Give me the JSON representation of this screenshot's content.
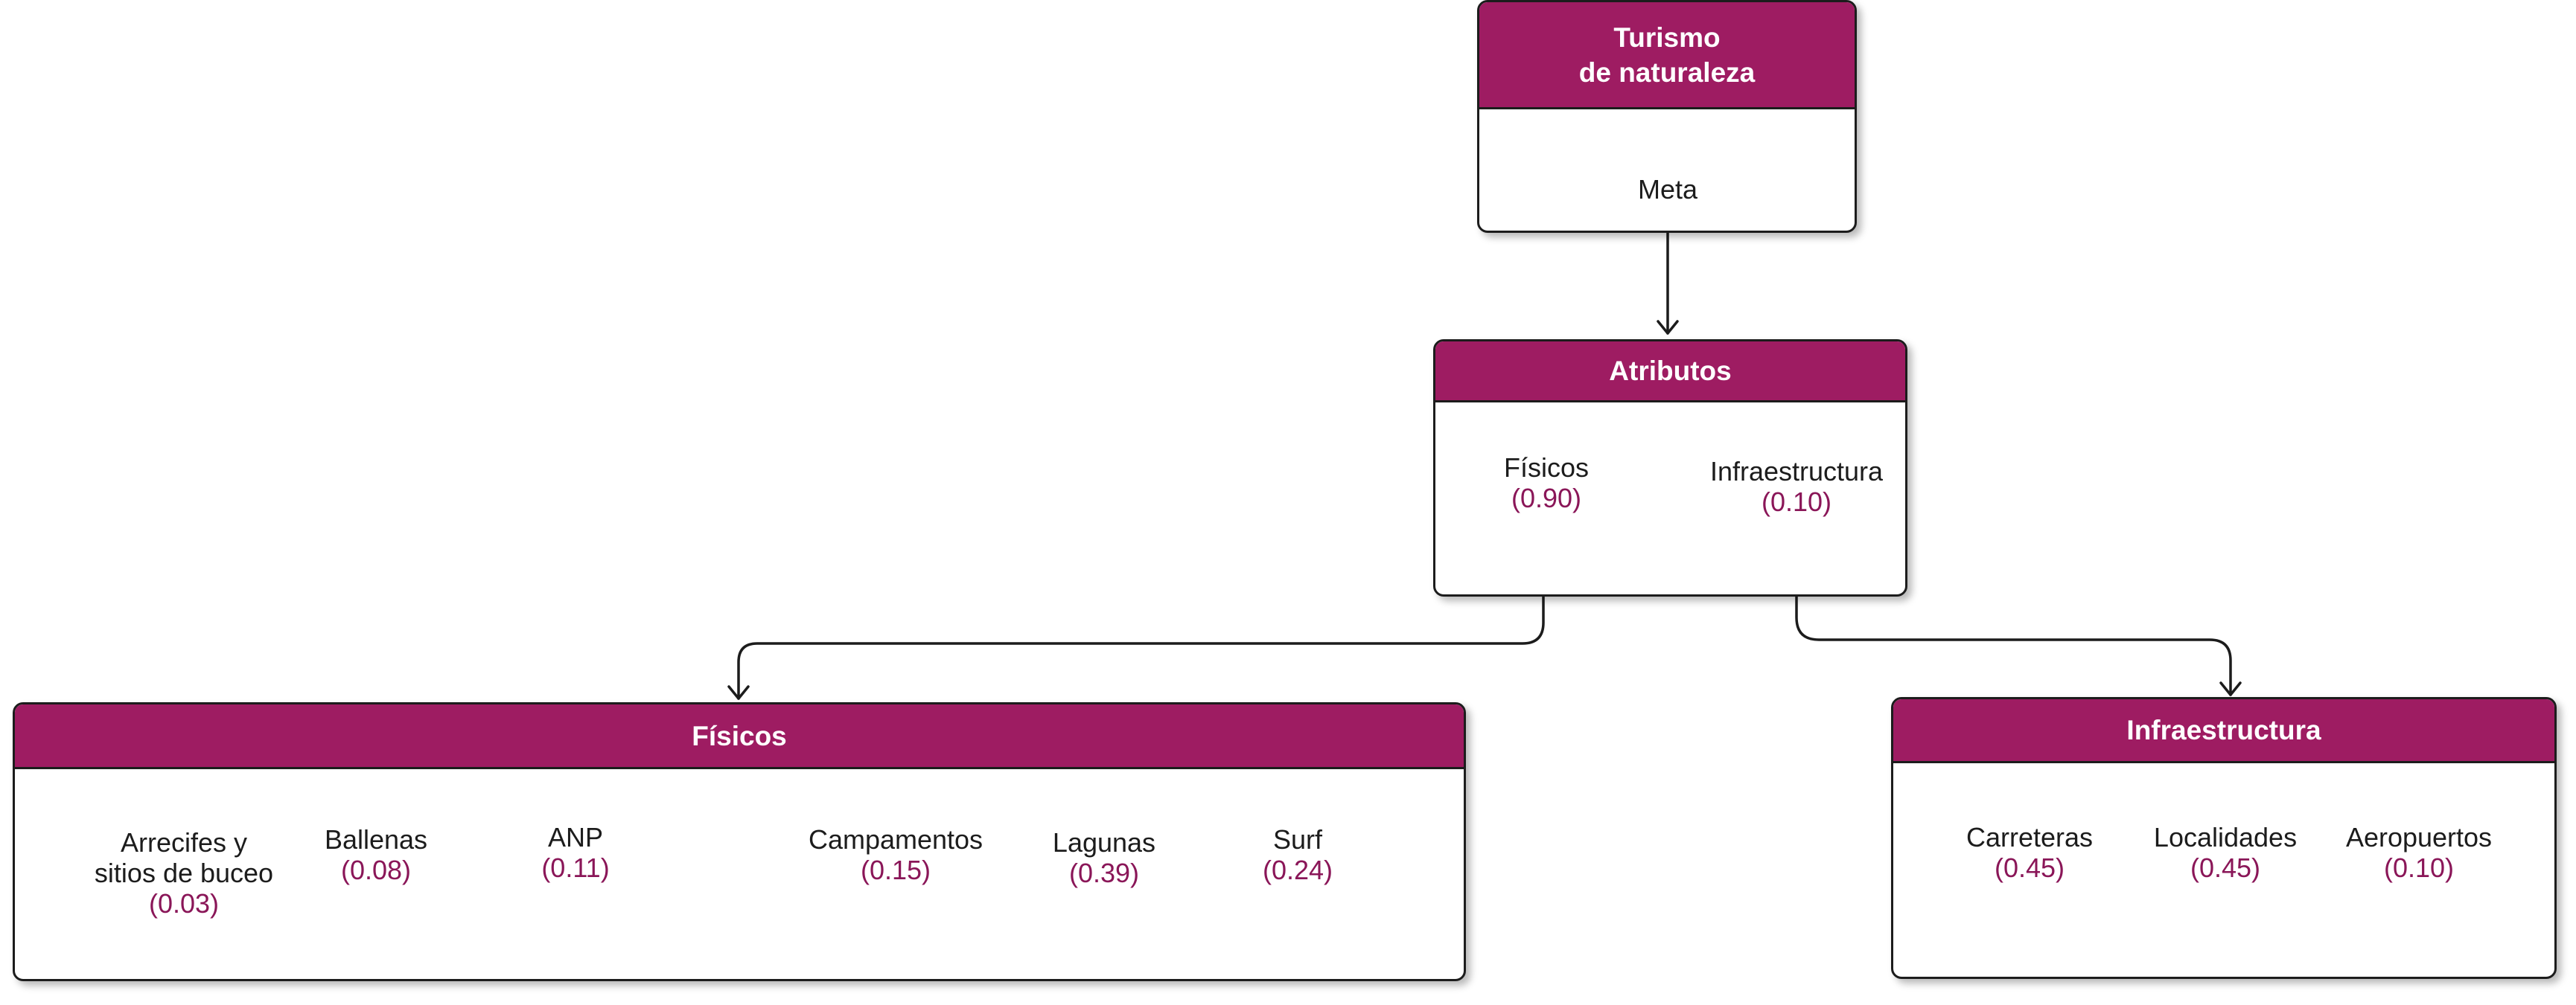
{
  "colors": {
    "header": "#9e1c62",
    "value": "#8a1658",
    "stroke": "#1c1c1c"
  },
  "goal": {
    "title_line1": "Turismo",
    "title_line2": "de naturaleza",
    "meta": "Meta"
  },
  "attributes": {
    "title": "Atributos",
    "items": [
      {
        "name": "Físicos",
        "value": "(0.90)"
      },
      {
        "name": "Infraestructura",
        "value": "(0.10)"
      }
    ]
  },
  "physical": {
    "title": "Físicos",
    "items": [
      {
        "name_line1": "Arrecifes y",
        "name_line2": "sitios de buceo",
        "value": "(0.03)"
      },
      {
        "name": "Ballenas",
        "value": "(0.08)"
      },
      {
        "name": "ANP",
        "value": "(0.11)"
      },
      {
        "name": "Campamentos",
        "value": "(0.15)"
      },
      {
        "name": "Lagunas",
        "value": "(0.39)"
      },
      {
        "name": "Surf",
        "value": "(0.24)"
      }
    ]
  },
  "infrastructure": {
    "title": "Infraestructura",
    "items": [
      {
        "name": "Carreteras",
        "value": "(0.45)"
      },
      {
        "name": "Localidades",
        "value": "(0.45)"
      },
      {
        "name": "Aeropuertos",
        "value": "(0.10)"
      }
    ]
  }
}
